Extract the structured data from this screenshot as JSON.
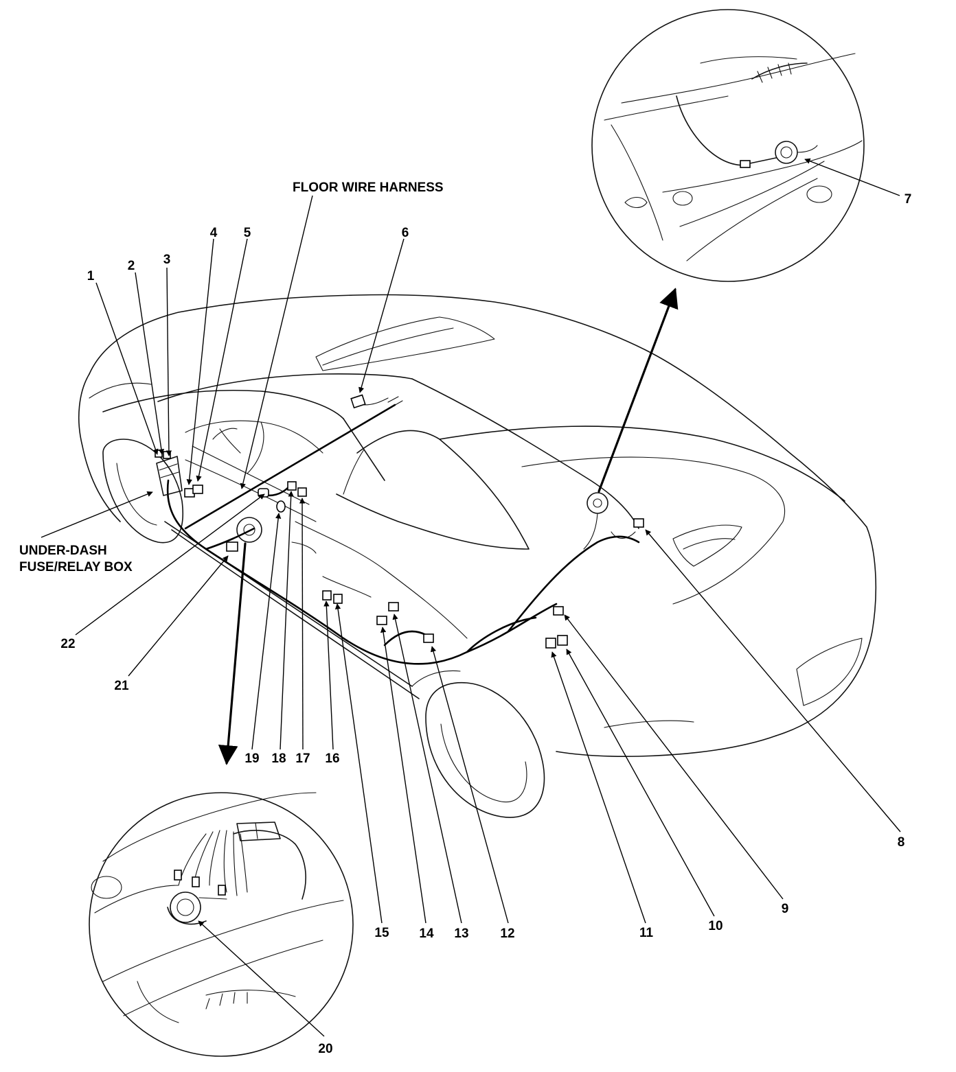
{
  "captions": {
    "harness": "FLOOR WIRE HARNESS",
    "fuse_box_line1": "UNDER-DASH",
    "fuse_box_line2": "FUSE/RELAY BOX"
  },
  "callouts": [
    "1",
    "2",
    "3",
    "4",
    "5",
    "6",
    "7",
    "8",
    "9",
    "10",
    "11",
    "12",
    "13",
    "14",
    "15",
    "16",
    "17",
    "18",
    "19",
    "20",
    "21",
    "22"
  ],
  "colors": {
    "line": "#000000",
    "background": "#ffffff"
  }
}
